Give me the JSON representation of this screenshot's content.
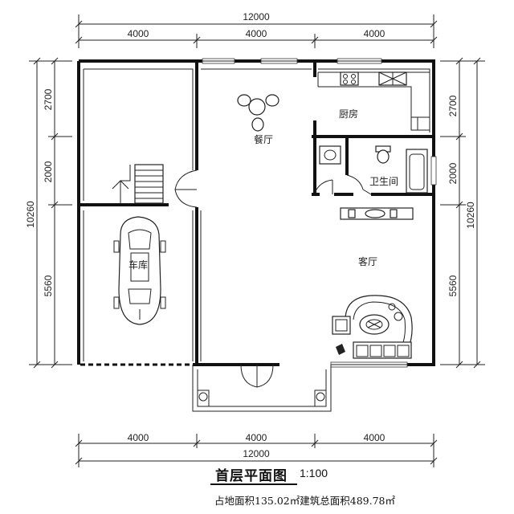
{
  "dimensions": {
    "top_total": "12000",
    "top_segments": [
      "4000",
      "4000",
      "4000"
    ],
    "bottom_total": "12000",
    "bottom_segments": [
      "4000",
      "4000",
      "4000"
    ],
    "left_total": "10260",
    "left_segments": [
      "2700",
      "2000",
      "5560"
    ],
    "right_total": "10260",
    "right_segments": [
      "2700",
      "2000",
      "5560"
    ]
  },
  "rooms": {
    "dining": "餐厅",
    "kitchen": "厨房",
    "bathroom": "卫生间",
    "garage": "车库",
    "living": "客厅"
  },
  "caption": {
    "title": "首层平面图",
    "scale": "1:100",
    "area_text": "占地面积135.02㎡建筑总面积489.78㎡"
  }
}
